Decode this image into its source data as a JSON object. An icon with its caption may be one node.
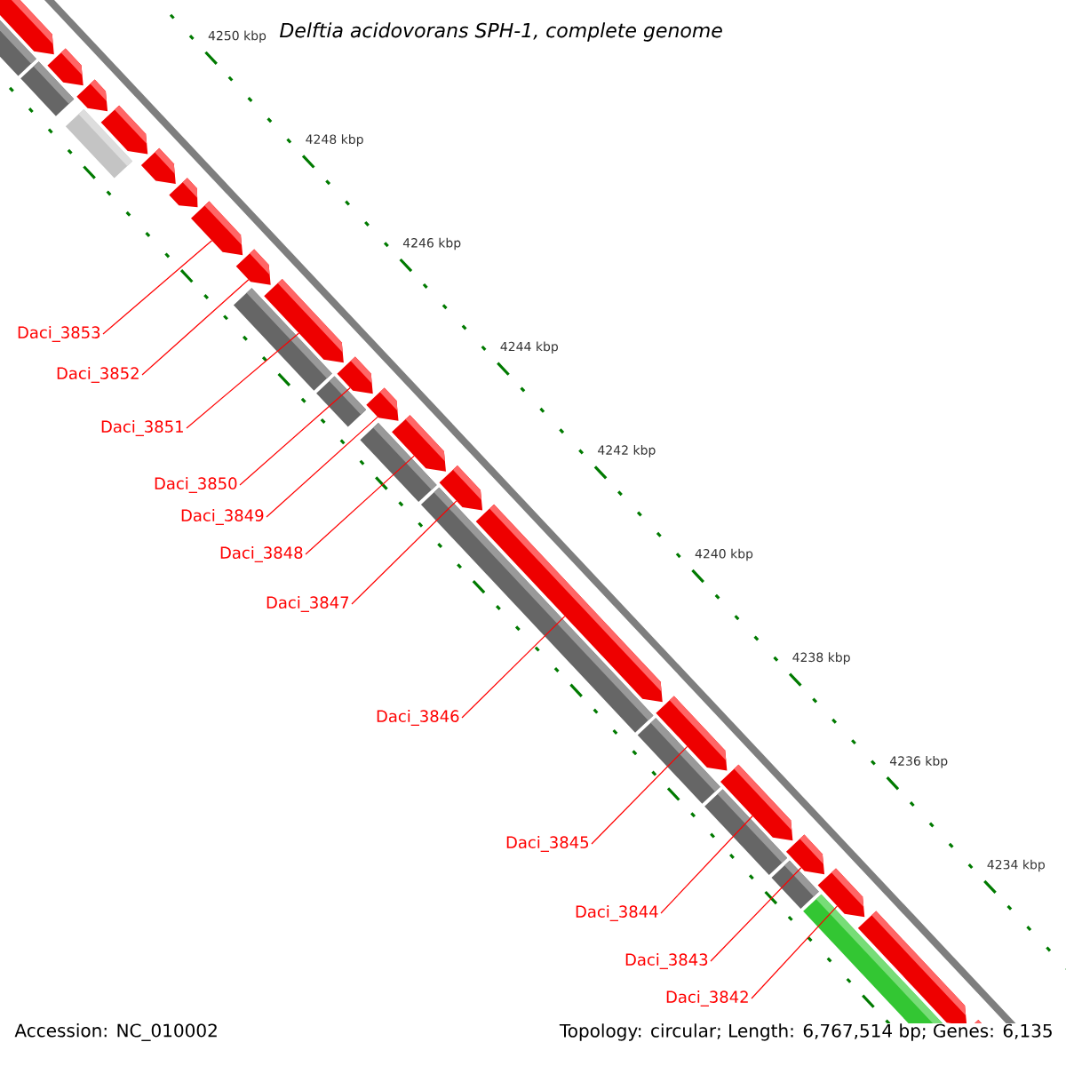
{
  "diagram": {
    "title": "Delftia acidovorans SPH-1, complete genome",
    "nodes": [
      {
        "text": [
          "Daci_3853"
        ]
      },
      {
        "text": [
          "Daci_3852"
        ]
      },
      {
        "text": [
          "Daci_3851"
        ]
      },
      {
        "text": [
          "Daci_3850"
        ]
      },
      {
        "text": [
          "Daci_3849"
        ]
      },
      {
        "text": [
          "Daci_3848"
        ]
      },
      {
        "text": [
          "Daci_3847"
        ]
      },
      {
        "text": [
          "Daci_3846"
        ]
      },
      {
        "text": [
          "Daci_3845"
        ]
      },
      {
        "text": [
          "Daci_3844"
        ]
      },
      {
        "text": [
          "Daci_3843"
        ]
      },
      {
        "text": [
          "Daci_3842"
        ]
      },
      {
        "text": [],
        "shape": "arrow"
      },
      {
        "text": [],
        "shape": "arrow"
      },
      {
        "text": [],
        "shape": "arrow"
      },
      {
        "text": [],
        "shape": "arrow"
      },
      {
        "text": [],
        "shape": "arrow"
      },
      {
        "text": [],
        "shape": "arrow"
      },
      {
        "text": [],
        "shape": "arrow"
      },
      {
        "text": [],
        "shape": "arrow"
      },
      {
        "text": [],
        "shape": "arrow"
      },
      {
        "text": [],
        "shape": "arrow"
      },
      {
        "text": [],
        "shape": "arrow"
      },
      {
        "text": [],
        "shape": "arrow"
      },
      {
        "text": [],
        "shape": "arrow"
      },
      {
        "text": [],
        "shape": "arrow"
      },
      {
        "text": [],
        "shape": "arrow"
      },
      {
        "text": [],
        "shape": "arrow"
      },
      {
        "text": [],
        "shape": "arrow"
      },
      {
        "text": [],
        "shape": "arrow"
      },
      {
        "text": [],
        "shape": "arrow"
      },
      {
        "text": [],
        "shape": "arrow"
      }
    ],
    "edges": [
      {
        "from": 0,
        "to": 18,
        "arrow": "none"
      },
      {
        "from": 1,
        "to": 19,
        "arrow": "none"
      },
      {
        "from": 2,
        "to": 20,
        "arrow": "none"
      },
      {
        "from": 3,
        "to": 21,
        "arrow": "none"
      },
      {
        "from": 4,
        "to": 22,
        "arrow": "none"
      },
      {
        "from": 5,
        "to": 23,
        "arrow": "none"
      },
      {
        "from": 6,
        "to": 24,
        "arrow": "none"
      },
      {
        "from": 7,
        "to": 25,
        "arrow": "none"
      },
      {
        "from": 8,
        "to": 26,
        "arrow": "none"
      },
      {
        "from": 9,
        "to": 27,
        "arrow": "none"
      },
      {
        "from": 10,
        "to": 28,
        "arrow": "none"
      },
      {
        "from": 11,
        "to": 29,
        "arrow": "none"
      }
    ],
    "labels": [
      "4250 kbp",
      "4248 kbp",
      "4246 kbp",
      "4244 kbp",
      "4242 kbp",
      "4240 kbp",
      "4238 kbp",
      "4236 kbp",
      "4234 kbp",
      "Accession: NC_010002",
      "Topology: circular; Length: 6,767,514 bp; Genes: 6,135"
    ]
  }
}
